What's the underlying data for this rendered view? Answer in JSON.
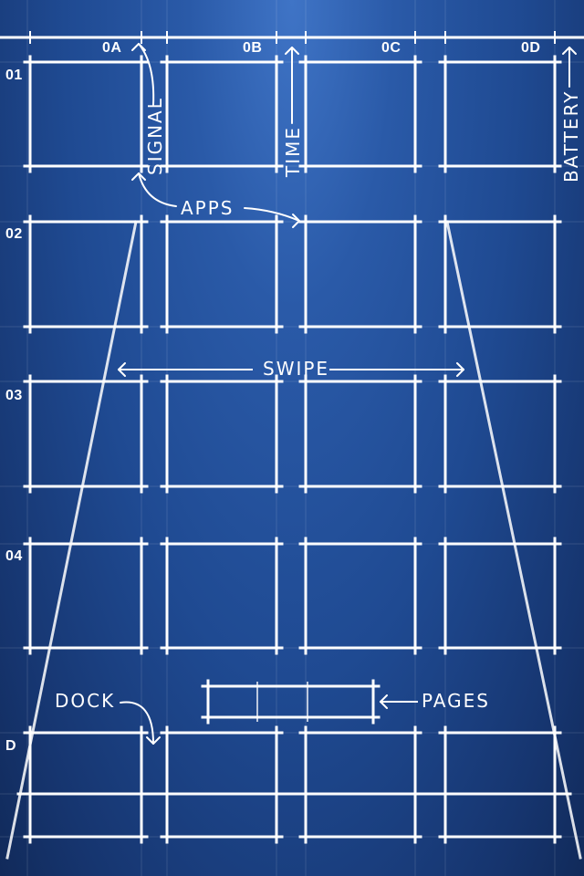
{
  "columns": [
    "0A",
    "0B",
    "0C",
    "0D"
  ],
  "rows": [
    "01",
    "02",
    "03",
    "04",
    "D"
  ],
  "annotations": {
    "signal": "SIGNAL",
    "time": "TIME",
    "battery": "BATTERY",
    "apps": "APPS",
    "swipe": "SWIPE",
    "dock": "DOCK",
    "pages": "PAGES"
  },
  "colors": {
    "background_top": "#3f74c6",
    "background_bottom": "#112a5a",
    "line": "#ffffff"
  }
}
